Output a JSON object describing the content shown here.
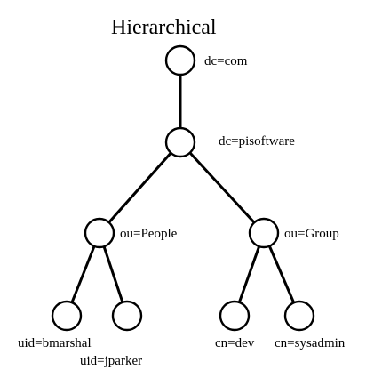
{
  "diagram": {
    "title": "Hierarchical",
    "nodes": [
      {
        "id": "com",
        "label": "dc=com"
      },
      {
        "id": "pisoftware",
        "label": "dc=pisoftware"
      },
      {
        "id": "people",
        "label": "ou=People"
      },
      {
        "id": "group",
        "label": "ou=Group"
      },
      {
        "id": "bmarshal",
        "label": "uid=bmarshal"
      },
      {
        "id": "jparker",
        "label": "uid=jparker"
      },
      {
        "id": "dev",
        "label": "cn=dev"
      },
      {
        "id": "sysadmin",
        "label": "cn=sysadmin"
      }
    ],
    "edges": [
      {
        "from": "com",
        "to": "pisoftware"
      },
      {
        "from": "pisoftware",
        "to": "people"
      },
      {
        "from": "pisoftware",
        "to": "group"
      },
      {
        "from": "people",
        "to": "bmarshal"
      },
      {
        "from": "people",
        "to": "jparker"
      },
      {
        "from": "group",
        "to": "dev"
      },
      {
        "from": "group",
        "to": "sysadmin"
      }
    ],
    "colors": {
      "line": "#000000",
      "node_fill": "#ffffff",
      "background": "#ffffff"
    }
  }
}
